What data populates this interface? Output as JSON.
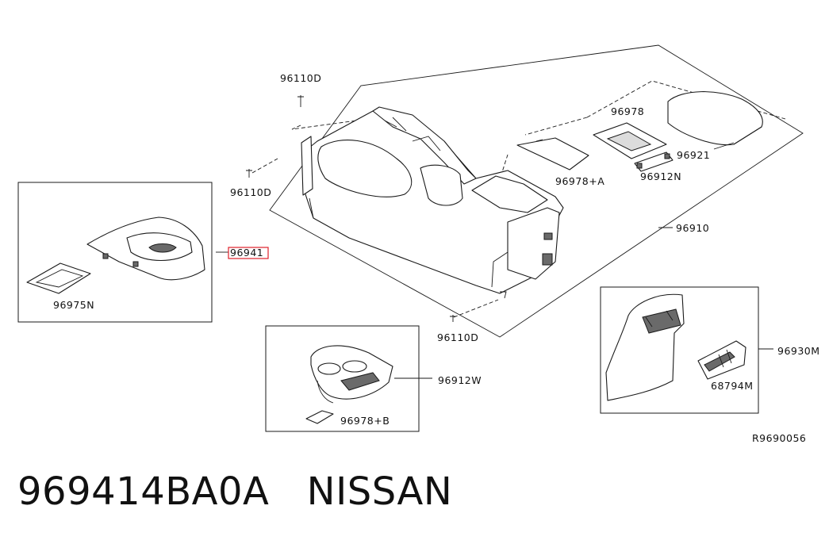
{
  "diagram": {
    "labels": {
      "clip_top": "96110D",
      "clip_left": "96110D",
      "clip_bottom": "96110D",
      "finisher_highlight": "96941",
      "tray": "96975N",
      "lid_small": "96978",
      "mat": "96978+A",
      "bracket": "96912N",
      "armrest_lid": "96921",
      "console_body": "96910",
      "cup_holder": "96912W",
      "cup_mat": "96978+B",
      "rear_finisher": "96930M",
      "vent": "68794M",
      "drawing_code": "R9690056"
    },
    "highlight_color": "#e0202a"
  },
  "caption": {
    "part_number": "969414BA0A",
    "brand": "NISSAN",
    "separator": "   "
  }
}
